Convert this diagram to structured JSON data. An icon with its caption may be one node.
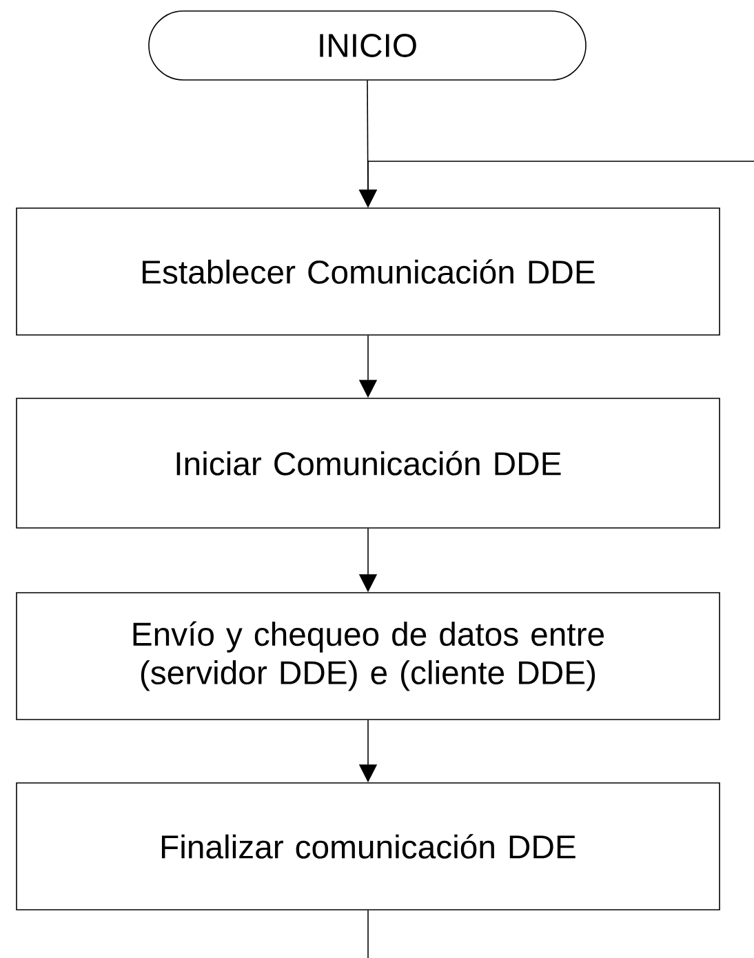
{
  "diagram": {
    "nodes": [
      {
        "text": [
          "INICIO"
        ]
      },
      {
        "text": [
          "Establecer Comunicación DDE"
        ]
      },
      {
        "text": [
          "Iniciar Comunicación DDE"
        ]
      },
      {
        "text": [
          "Envío y chequeo de datos entre (servidor DDE) e (cliente DDE)"
        ]
      },
      {
        "text": [
          "Finalizar comunicación DDE"
        ]
      }
    ],
    "edges": [
      {
        "from": 0,
        "to": 1,
        "arrow": "to"
      },
      {
        "from": null,
        "to": 1,
        "arrow": "to"
      },
      {
        "from": 1,
        "to": 2,
        "arrow": "to"
      },
      {
        "from": 2,
        "to": 3,
        "arrow": "to"
      },
      {
        "from": 3,
        "to": 4,
        "arrow": "to"
      },
      {
        "from": 4,
        "to": null,
        "arrow": "none"
      }
    ]
  }
}
